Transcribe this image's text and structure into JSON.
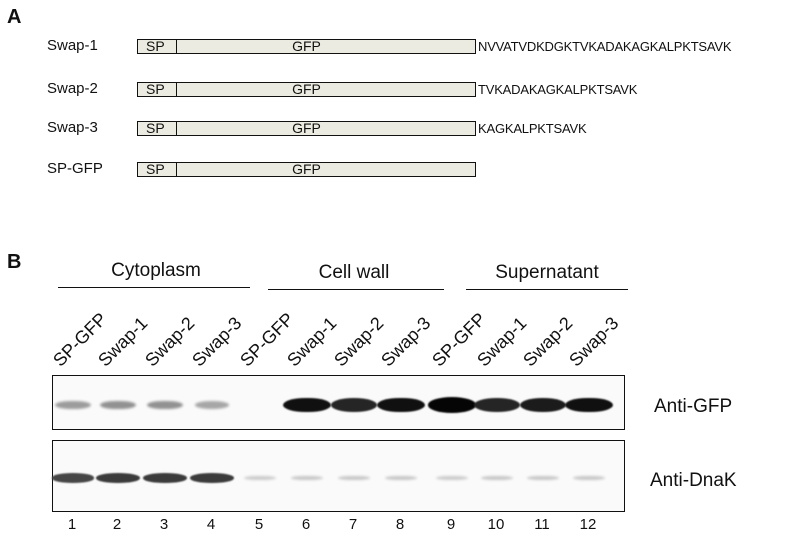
{
  "panel_a": {
    "letter": "A",
    "constructs": [
      {
        "label": "Swap-1",
        "sp": "SP",
        "gfp": "GFP",
        "sequence": "NVVATVDKDGKTVKADAKAGKALPKTSAVK"
      },
      {
        "label": "Swap-2",
        "sp": "SP",
        "gfp": "GFP",
        "sequence": "TVKADAKAGKALPKTSAVK"
      },
      {
        "label": "Swap-3",
        "sp": "SP",
        "gfp": "GFP",
        "sequence": "KAGKALPKTSAVK"
      },
      {
        "label": "SP-GFP",
        "sp": "SP",
        "gfp": "GFP",
        "sequence": ""
      }
    ]
  },
  "panel_b": {
    "letter": "B",
    "groups": [
      "Cytoplasm",
      "Cell wall",
      "Supernatant"
    ],
    "lane_labels": [
      "SP-GFP",
      "Swap-1",
      "Swap-2",
      "Swap-3",
      "SP-GFP",
      "Swap-1",
      "Swap-2",
      "Swap-3",
      "SP-GFP",
      "Swap-1",
      "Swap-2",
      "Swap-3"
    ],
    "lane_numbers": [
      "1",
      "2",
      "3",
      "4",
      "5",
      "6",
      "7",
      "8",
      "9",
      "10",
      "11",
      "12"
    ],
    "blots": [
      {
        "label": "Anti-GFP",
        "band_intensity": [
          0.3,
          0.35,
          0.35,
          0.25,
          0.0,
          0.95,
          0.85,
          0.95,
          1.0,
          0.85,
          0.9,
          0.95
        ]
      },
      {
        "label": "Anti-DnaK",
        "band_intensity": [
          0.7,
          0.75,
          0.75,
          0.75,
          0.08,
          0.1,
          0.1,
          0.1,
          0.08,
          0.1,
          0.1,
          0.1
        ]
      }
    ]
  }
}
